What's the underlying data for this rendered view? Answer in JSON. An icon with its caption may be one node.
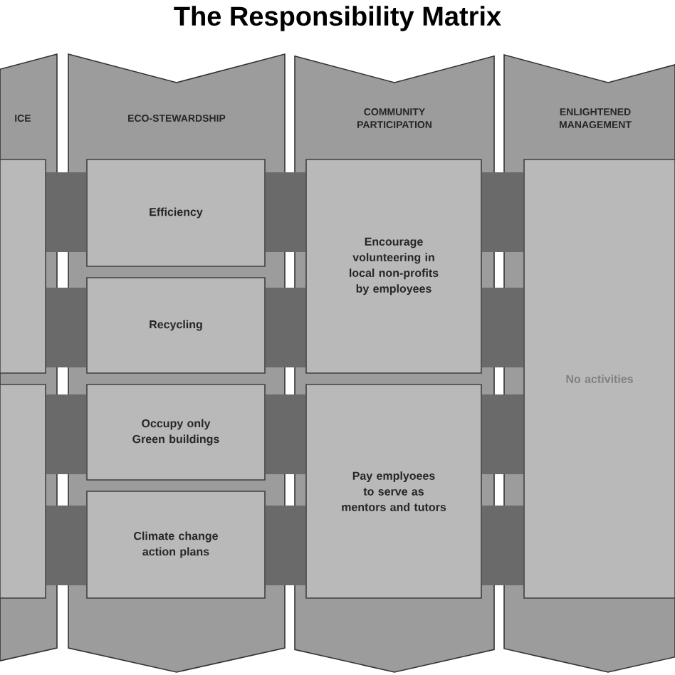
{
  "diagram": {
    "title": "The Responsibility Matrix",
    "nodes": [
      {
        "text": [
          "ICE"
        ]
      },
      {
        "text": [],
        "shape": "box",
        "in": 0
      },
      {
        "text": [],
        "shape": "box",
        "in": 0
      },
      {
        "text": [
          "ECO-STEWARDSHIP"
        ]
      },
      {
        "text": [
          "Efficiency"
        ],
        "in": 3
      },
      {
        "text": [
          "Recycling"
        ],
        "in": 3
      },
      {
        "text": [
          "Occupy only Green buildings"
        ],
        "in": 3
      },
      {
        "text": [
          "Climate change action plans"
        ],
        "in": 3
      },
      {
        "text": [
          "COMMUNITY PARTICIPATION"
        ]
      },
      {
        "text": [
          "Encourage volunteering in local non-profits by employees"
        ],
        "in": 8
      },
      {
        "text": [
          "Pay emplyoees to serve as mentors and tutors"
        ],
        "in": 8
      },
      {
        "text": [
          "ENLIGHTENED MANAGEMENT"
        ]
      },
      {
        "text": [
          "No activities"
        ],
        "in": 11
      }
    ],
    "edges": [
      {
        "from": 1,
        "to": 4,
        "arrow": "none"
      },
      {
        "from": 1,
        "to": 5,
        "arrow": "none"
      },
      {
        "from": 2,
        "to": 6,
        "arrow": "none"
      },
      {
        "from": 2,
        "to": 7,
        "arrow": "none"
      },
      {
        "from": 4,
        "to": 9,
        "arrow": "none"
      },
      {
        "from": 5,
        "to": 9,
        "arrow": "none"
      },
      {
        "from": 6,
        "to": 10,
        "arrow": "none"
      },
      {
        "from": 7,
        "to": 10,
        "arrow": "none"
      },
      {
        "from": 9,
        "to": 12,
        "arrow": "none"
      },
      {
        "from": 9,
        "to": 12,
        "arrow": "none"
      },
      {
        "from": 10,
        "to": 12,
        "arrow": "none"
      },
      {
        "from": 10,
        "to": 12,
        "arrow": "none"
      }
    ]
  }
}
